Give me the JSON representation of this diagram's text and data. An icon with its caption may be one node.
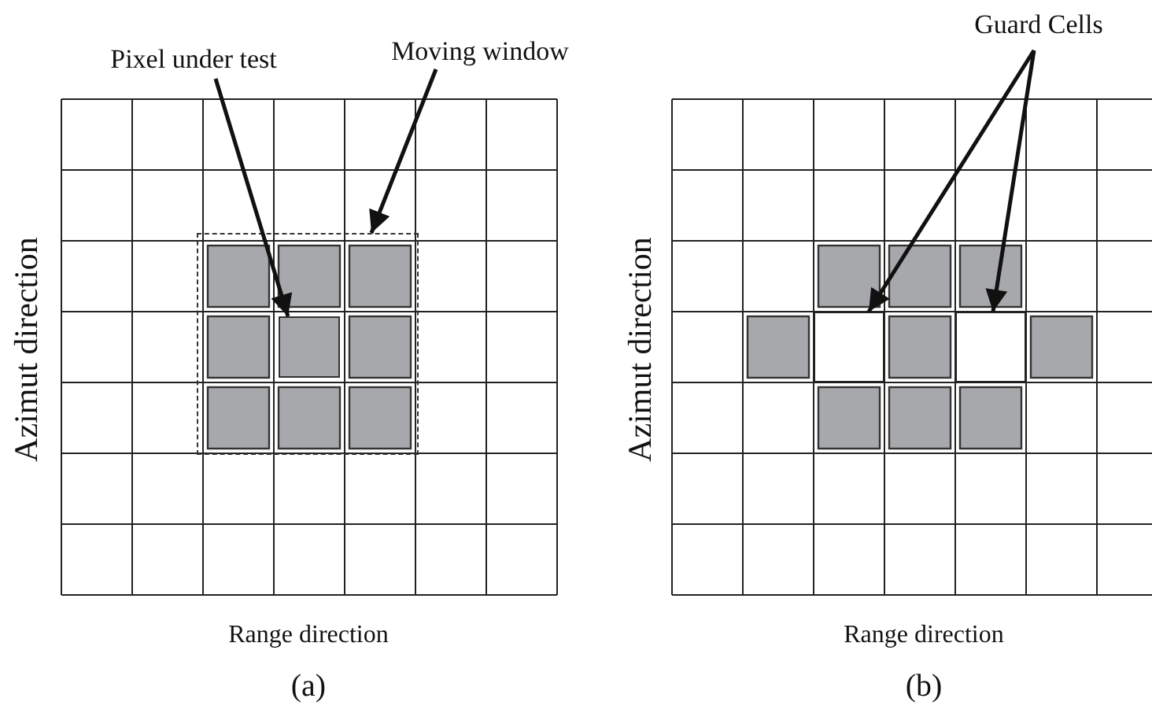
{
  "diagram": {
    "nodes": [
      {
        "text": [
          "Pixel under test"
        ]
      },
      {
        "text": [
          "Moving window"
        ]
      },
      {
        "text": [],
        "shape": "box",
        "in": 3
      },
      {
        "text": [],
        "shape": "box"
      },
      {
        "text": [
          "Guard Cells"
        ]
      },
      {
        "text": [],
        "shape": "box"
      },
      {
        "text": [],
        "shape": "box"
      }
    ],
    "edges": [
      {
        "from": 0,
        "to": 2,
        "arrow": "to"
      },
      {
        "from": 1,
        "to": 3,
        "arrow": "to"
      },
      {
        "from": 4,
        "to": 5,
        "arrow": "to"
      },
      {
        "from": 4,
        "to": 6,
        "arrow": "to"
      }
    ],
    "labels": [
      "Azimut direction",
      "Range direction",
      "(a)",
      "Azimut direction",
      "Range direction",
      "(b)"
    ]
  }
}
